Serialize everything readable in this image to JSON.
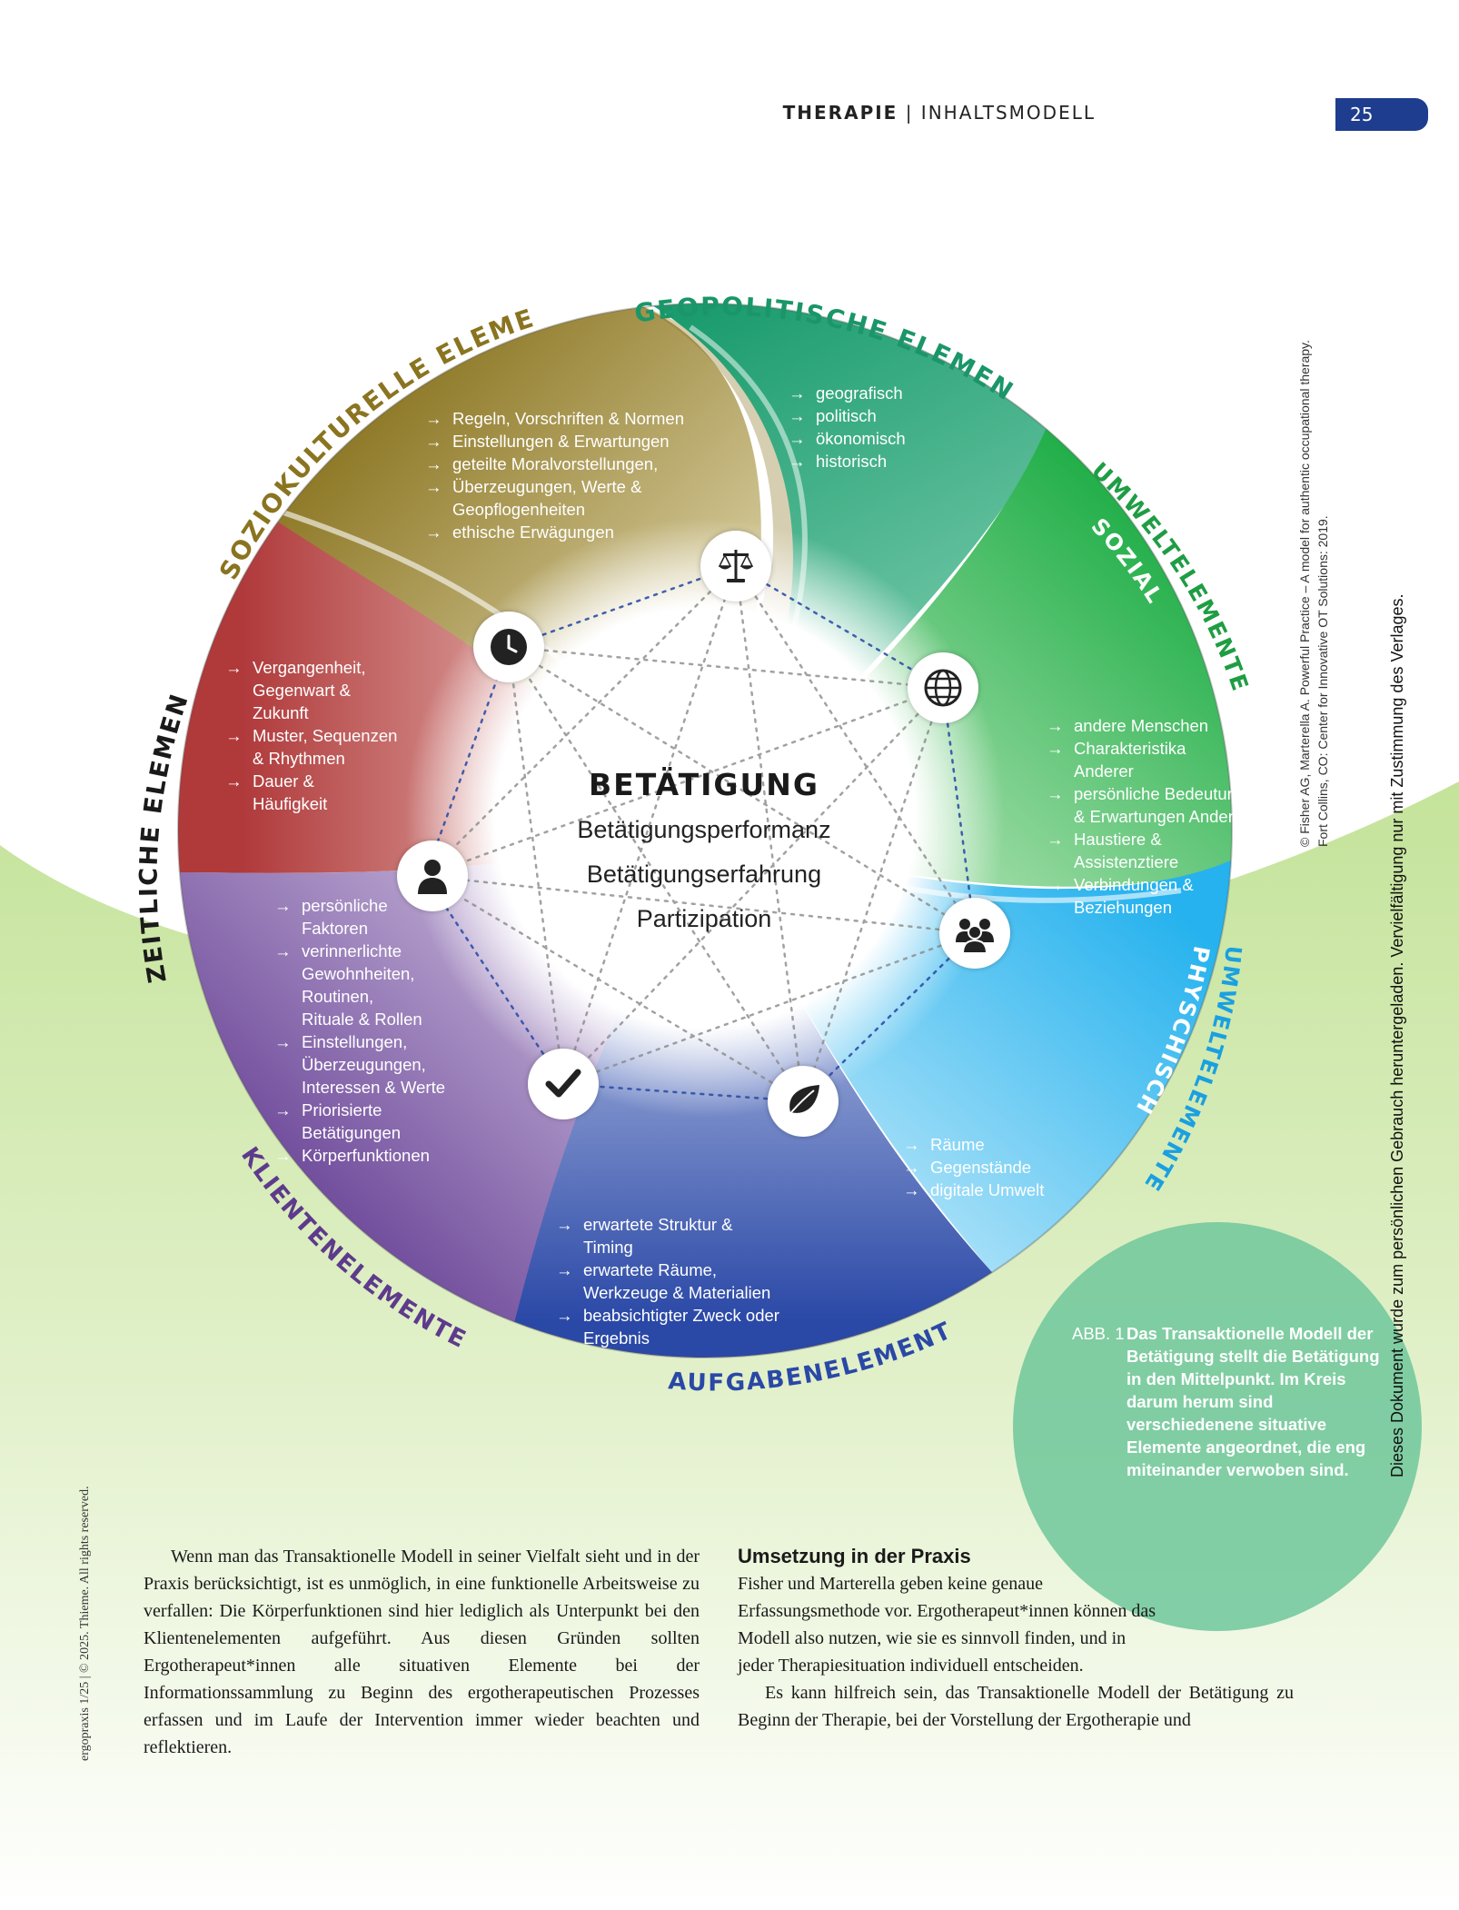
{
  "header": {
    "section": "THERAPIE",
    "separator": "|",
    "subsection": "INHALTSMODELL",
    "page_number": "25"
  },
  "ring_labels": {
    "geopolitisch": "GEOPOLITISCHE ELEMENTE",
    "soziokulturell": "SOZIOKULTURELLE ELEMENTE",
    "umwelt_sozial_1": "UMWELTELEMENTE",
    "umwelt_sozial_2": "SOZIAL",
    "zeitlich": "ZEITLICHE ELEMENTE",
    "umwelt_physisch_1": "UMWELTELEMENTE",
    "umwelt_physisch_2": "PHYSCHISCH",
    "klienten": "KLIENTENELEMENTE",
    "aufgaben": "AUFGABENELEMENTE"
  },
  "lists": {
    "soziokulturell": [
      "Regeln, Vorschriften & Normen",
      "Einstellungen & Erwartungen",
      "geteilte Moralvorstellungen,",
      "Überzeugungen, Werte & Geopflogenheiten",
      "ethische Erwägungen"
    ],
    "geopolitisch": [
      "geografisch",
      "politisch",
      "ökonomisch",
      "historisch"
    ],
    "zeitlich": [
      "Vergangenheit, Gegenwart & Zukunft",
      "Muster, Sequenzen & Rhythmen",
      "Dauer & Häufigkeit"
    ],
    "sozial": [
      "andere Menschen",
      "Charakteristika Anderer",
      "persönliche Bedeutung & Erwartungen Anderer",
      "Haustiere & Assistenztiere",
      "Verbindungen & Beziehungen"
    ],
    "klienten": [
      "persönliche Faktoren",
      "verinnerlichte Gewohnheiten, Routinen, Rituale & Rollen",
      "Einstellungen, Überzeugungen, Interessen & Werte",
      "Priorisierte Betätigungen",
      "Körperfunktionen"
    ],
    "physisch": [
      "Räume",
      "Gegenstände",
      "digitale Umwelt"
    ],
    "aufgaben": [
      "erwartete Struktur & Timing",
      "erwartete Räume, Werkzeuge & Materialien",
      "beabsichtigter Zweck oder Ergebnis"
    ]
  },
  "center": {
    "title": "BETÄTIGUNG",
    "line1": "Betätigungsperformanz",
    "line2": "Betätigungserfahrung",
    "line3": "Partizipation"
  },
  "icons": [
    "scale-icon",
    "clock-icon",
    "globe-icon",
    "person-icon",
    "group-icon",
    "checkmark-icon",
    "leaf-icon"
  ],
  "colors": {
    "soziokulturell": "#8a7420",
    "geopolitisch": "#1fa06e",
    "sozial": "#27b04a",
    "zeitlich": "#b0393a",
    "klienten": "#6b3f96",
    "aufgaben": "#2b4aa8",
    "physisch": "#29b4ee",
    "background_green": "#cfe8a8",
    "caption_circle": "#6fc79b",
    "badge": "#1f3d8f"
  },
  "credit": {
    "line1": "© Fisher AG, Marterella A. Powerful Practice – A model for authentic occupational therapy.",
    "line2": "Fort Collins, CO: Center for Innovative OT Solutions: 2019."
  },
  "side_notice": "Dieses Dokument wurde zum persönlichen Gebrauch heruntergeladen. Vervielfältigung nur mit Zustimmung des Verlages.",
  "journal_note": "ergopraxis 1/25 | © 2025. Thieme. All rights reserved.",
  "caption": {
    "label": "ABB. 1",
    "text": "Das Transaktionelle Modell der Betätigung stellt die Betätigung in den Mittelpunkt. Im Kreis darum herum sind verschiedenene situative Elemente angeordnet, die eng miteinander verwoben sind."
  },
  "body_left": "Wenn man das Transaktionelle Modell in seiner Vielfalt sieht und in der Praxis berücksichtigt, ist es unmöglich, in eine funktionelle Arbeitsweise zu verfallen: Die Körperfunktionen sind hier lediglich als Unterpunkt bei den Klientenelementen aufgeführt. Aus diesen Gründen sollten Ergotherapeut*innen alle situativen Elemente bei der Informationssammlung zu Beginn des ergotherapeutischen Prozesses erfassen und im Laufe der Intervention immer wieder beachten und reflektieren.",
  "body_right": {
    "heading": "Umsetzung in der Praxis",
    "para1": "Fisher und Marterella geben keine genaue Erfassungsmethode vor. Ergotherapeut*innen können das Modell also nutzen, wie sie es sinnvoll finden, und in jeder Therapiesituation individuell entscheiden.",
    "para2": "Es kann hilfreich sein, das Transaktionelle Modell der Betätigung zu Beginn der Therapie, bei der Vorstellung der Ergotherapie und"
  }
}
